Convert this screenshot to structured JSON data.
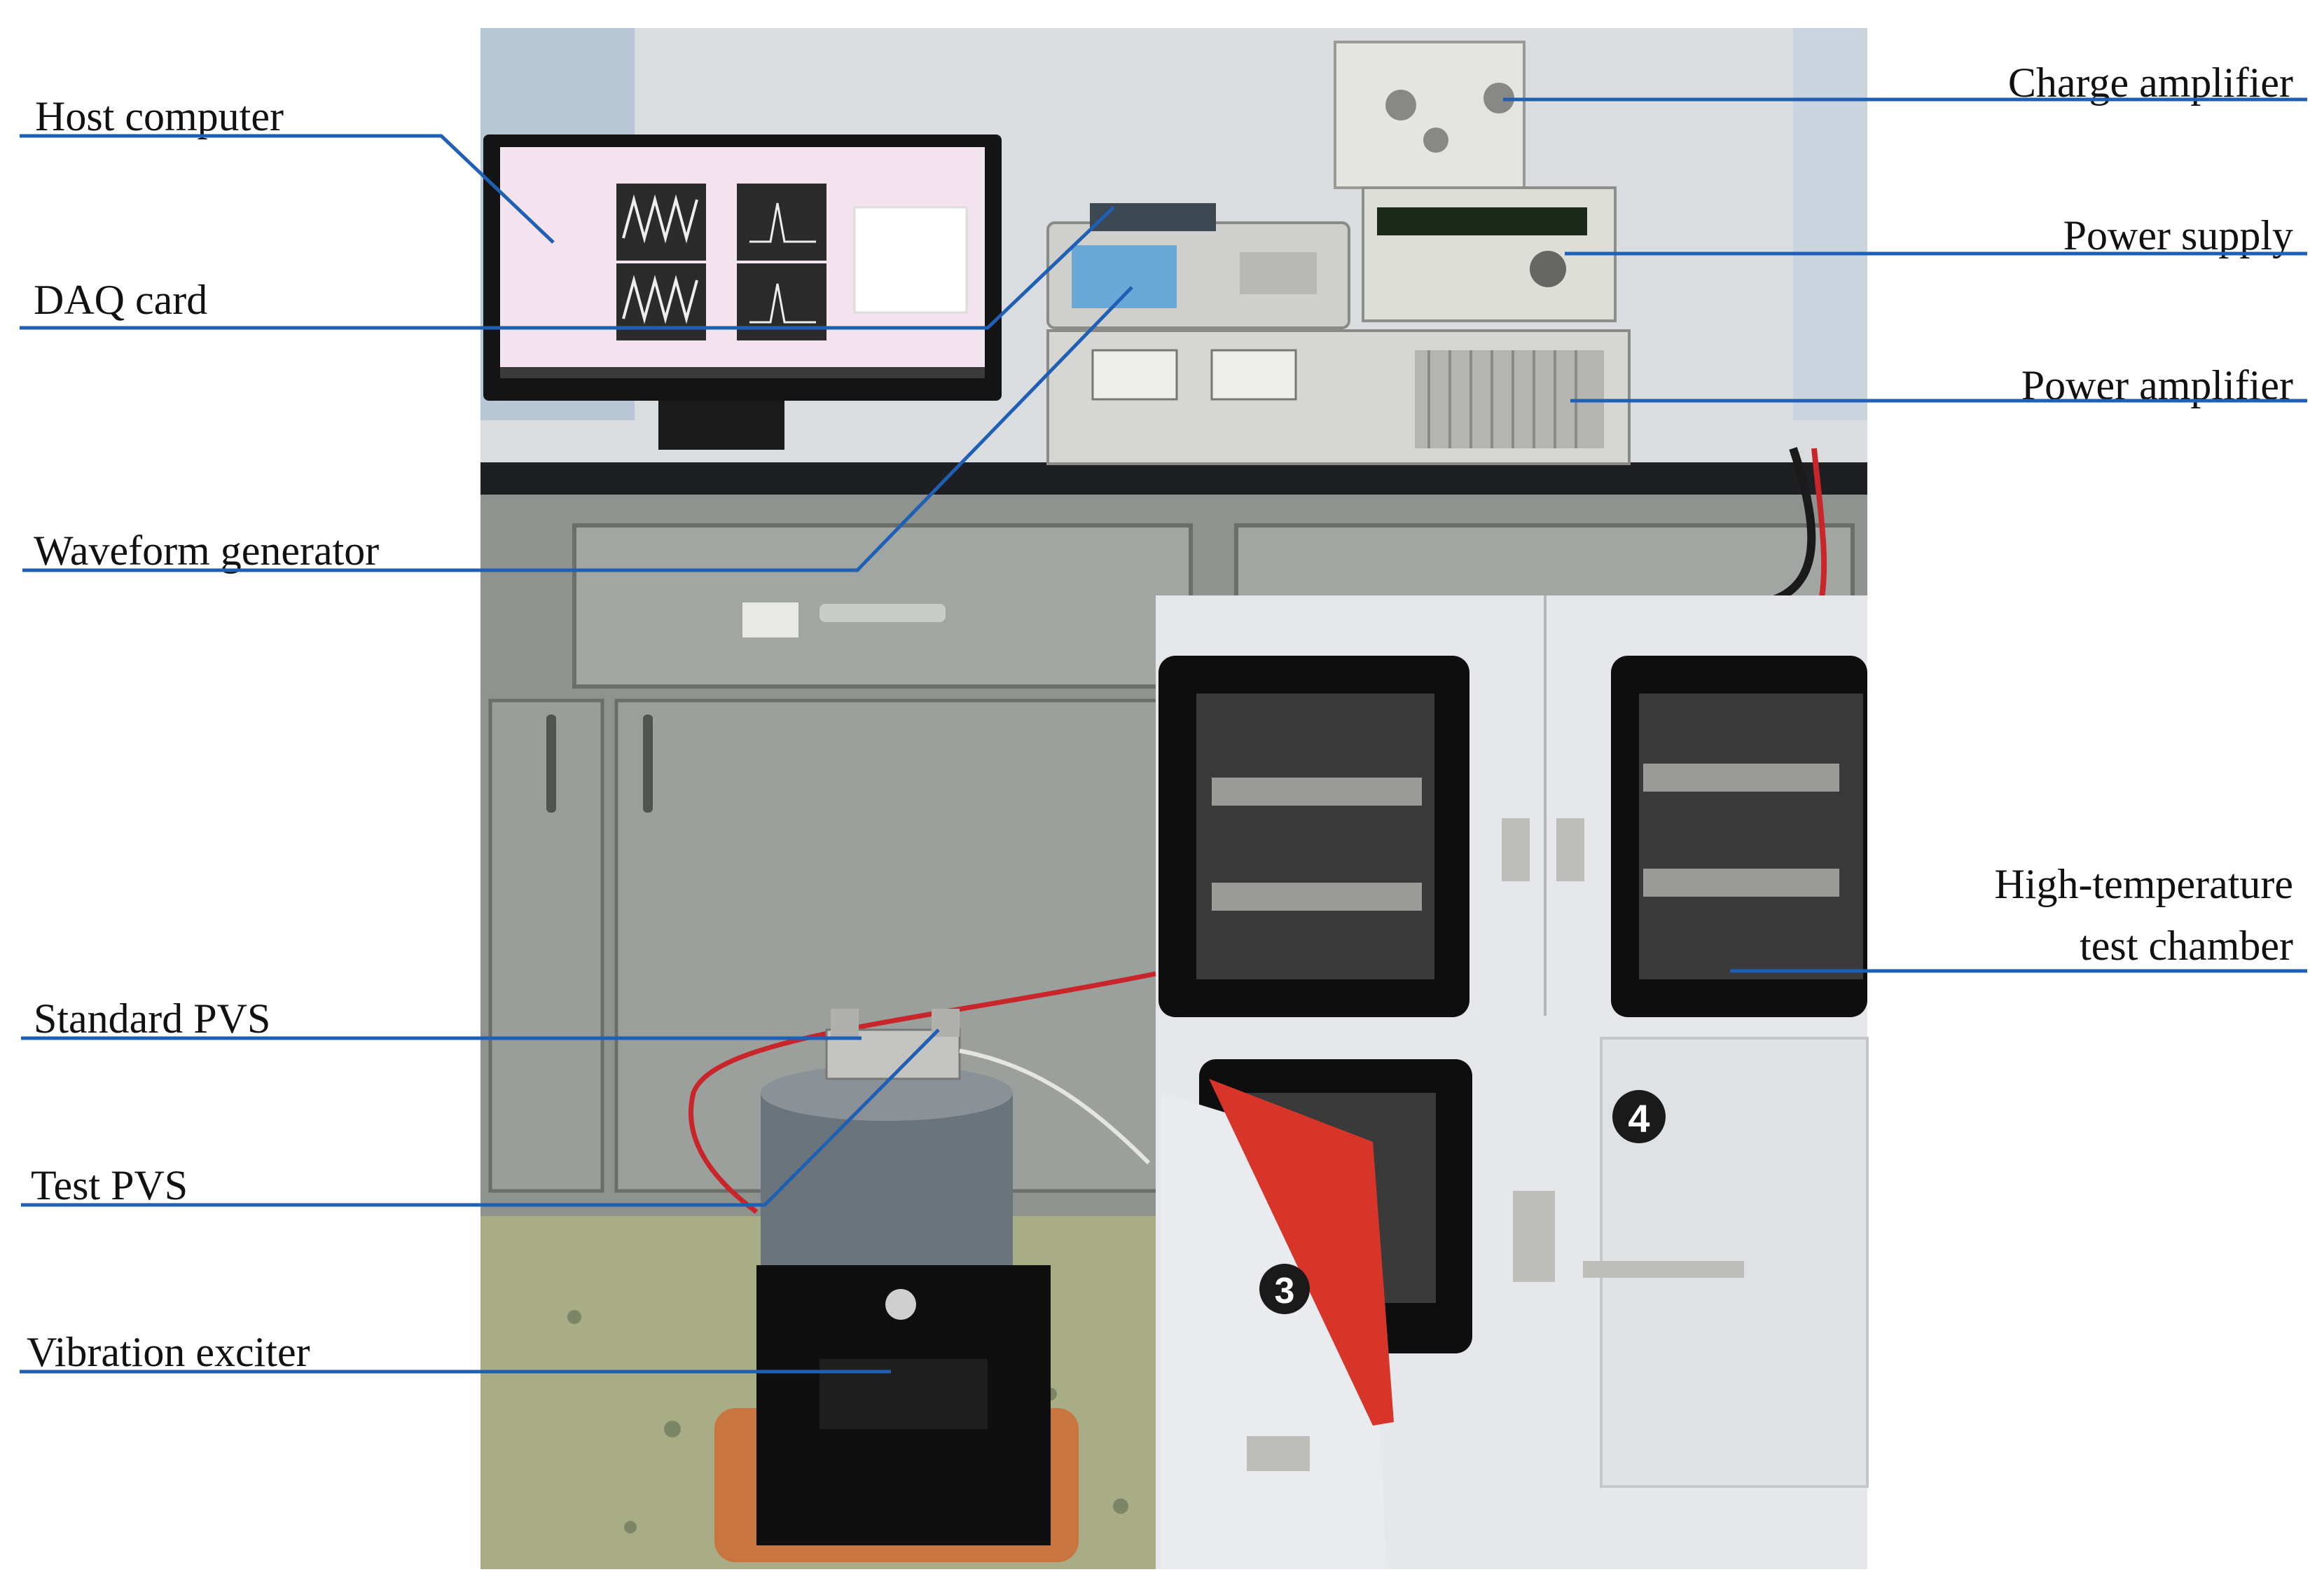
{
  "figure": {
    "labels_left": [
      {
        "key": "host",
        "text": "Host computer"
      },
      {
        "key": "daq",
        "text": "DAQ card"
      },
      {
        "key": "waveform",
        "text": "Waveform generator"
      },
      {
        "key": "standard_pvs",
        "text": "Standard PVS"
      },
      {
        "key": "test_pvs",
        "text": "Test PVS"
      },
      {
        "key": "exciter",
        "text": "Vibration exciter"
      }
    ],
    "labels_right": [
      {
        "key": "charge_amp",
        "text": "Charge amplifier"
      },
      {
        "key": "power_supply",
        "text": "Power supply"
      },
      {
        "key": "power_amp",
        "text": "Power amplifier"
      },
      {
        "key": "chamber_line1",
        "text": "High-temperature"
      },
      {
        "key": "chamber_line2",
        "text": "test chamber"
      }
    ],
    "chamber_door_numbers": [
      "3",
      "4"
    ],
    "colors": {
      "leader_line": "#1f5fb4",
      "chamber_seal": "#d8352a",
      "cable_red": "#c8262a"
    }
  }
}
